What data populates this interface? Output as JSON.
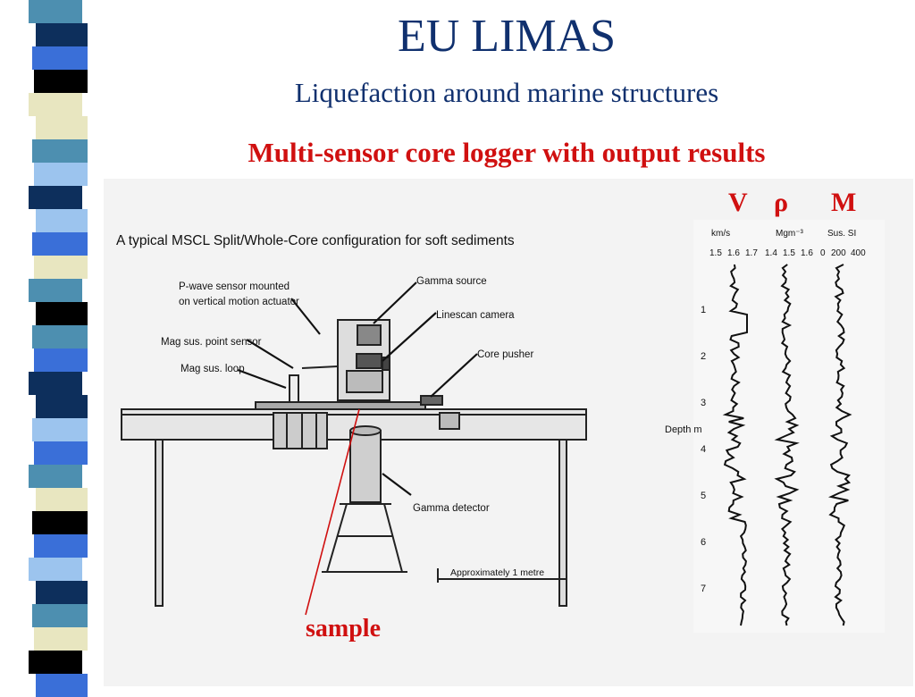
{
  "slide": {
    "title": "EU LIMAS",
    "subtitle": "Liquefaction around marine structures",
    "heading": "Multi-sensor core logger with output results"
  },
  "figure": {
    "caption": "A typical MSCL Split/Whole-Core configuration for soft sediments",
    "callouts": {
      "pwave_line1": "P-wave sensor mounted",
      "pwave_line2": "on vertical motion actuator",
      "gamma_source": "Gamma source",
      "linescan_camera": "Linescan camera",
      "mag_sus_point": "Mag sus. point sensor",
      "mag_sus_loop": "Mag sus. loop",
      "core_pusher": "Core pusher",
      "gamma_detector": "Gamma detector"
    },
    "scale_bar": "Approximately 1 metre",
    "sample_label": "sample"
  },
  "logs": {
    "labels": {
      "v": "V",
      "rho": "ρ",
      "m": "M"
    },
    "units": {
      "v": "km/s",
      "rho": "Mgm⁻³",
      "m": "Sus. SI"
    },
    "ticks": {
      "v": [
        "1.5",
        "1.6",
        "1.7"
      ],
      "rho": [
        "1.4",
        "1.5",
        "1.6"
      ],
      "m": [
        "0",
        "200",
        "400"
      ]
    },
    "depth_axis_label": "Depth m",
    "depth_ticks": [
      "1",
      "2",
      "3",
      "4",
      "5",
      "6",
      "7"
    ]
  },
  "colors": {
    "title": "#10306e",
    "heading": "#d01010",
    "stripe_blue": "#3a6fd8",
    "stripe_navy": "#0d2f5c",
    "stripe_cream": "#e8e6c0",
    "stripe_light": "#9cc4ee",
    "stripe_teal": "#4d8fb0",
    "stripe_black": "#000000"
  }
}
